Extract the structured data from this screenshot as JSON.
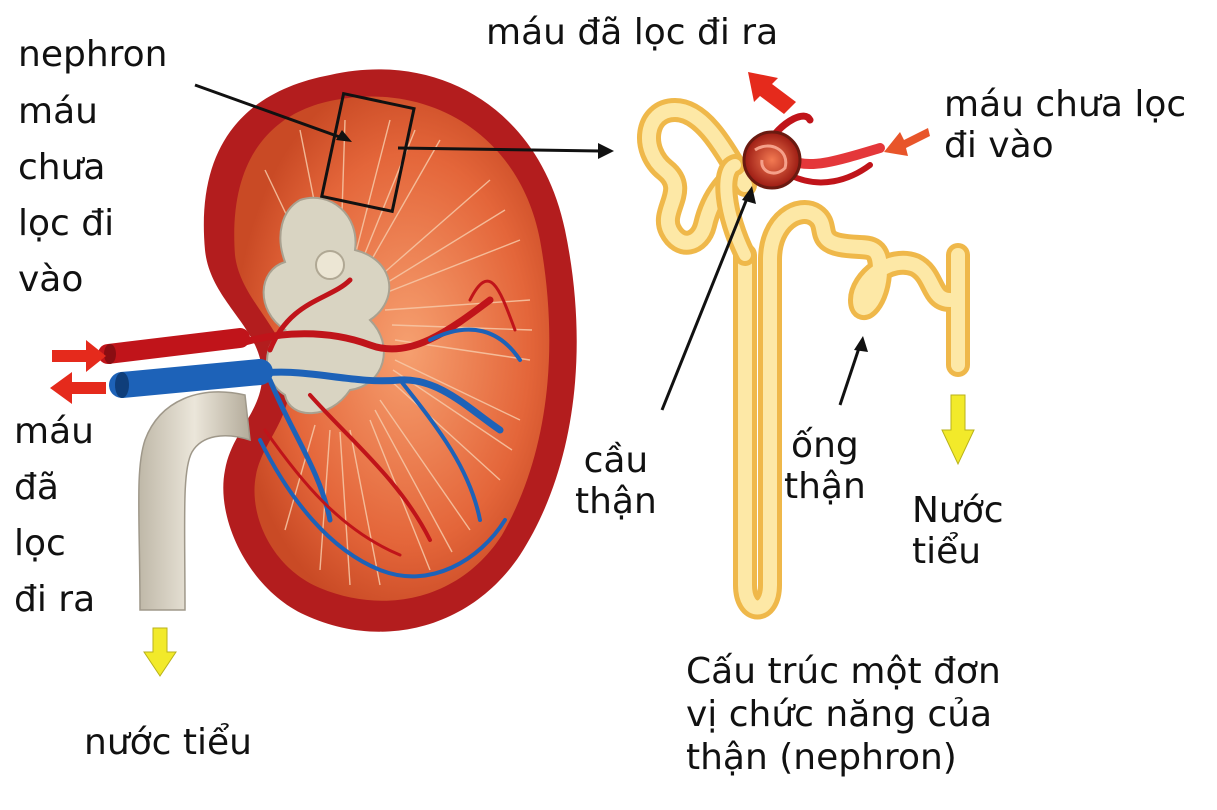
{
  "labels": {
    "top_left_fragment": "",
    "nephron": "nephron",
    "blood_in_left": "máu\nchưa\nlọc đi\nvào",
    "blood_out_left": "máu\nđã\nlọc\nđi ra",
    "urine_left": "nước tiểu",
    "blood_out_top": "máu đã lọc đi ra",
    "blood_in_right": "máu chưa lọc\nđi vào",
    "glomerulus": "cầu\nthận",
    "tubule": "ống\nthận",
    "urine_right": "Nước\ntiểu",
    "caption": "Cấu trúc một đơn\nvị chức năng của\nthận (nephron)"
  },
  "colors": {
    "kidney_capsule": "#b31d1e",
    "kidney_inner": "#e8703a",
    "artery": "#c0141a",
    "vein": "#1d62b8",
    "ureter": "#dcd6c8",
    "tubule": "#f3c45a",
    "tubule_fill": "#fde8a6",
    "glomerulus": "#c0141a",
    "red_arrow": "#e52a1c",
    "yellow_arrow": "#f2ea2a",
    "pointer": "#111111"
  }
}
